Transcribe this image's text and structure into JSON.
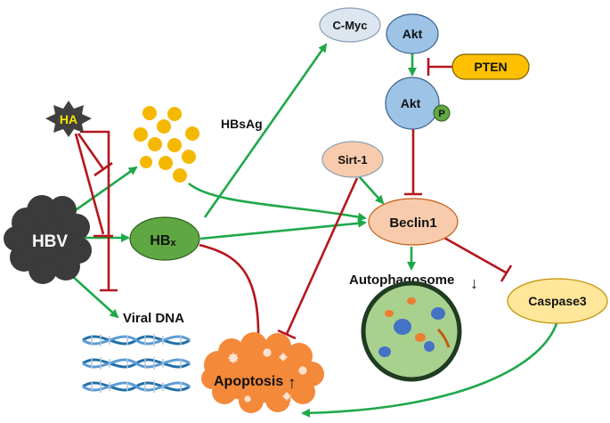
{
  "nodes": {
    "hbv": "HBV",
    "ha": "HA",
    "hbsag": "HBsAg",
    "hbx_main": "HB",
    "hbx_sub": "x",
    "viral_dna": "Viral DNA",
    "cmyc": "C-Myc",
    "akt": "Akt",
    "akt_p": "Akt",
    "p_badge": "P",
    "pten": "PTEN",
    "sirt1": "Sirt-1",
    "beclin1": "Beclin1",
    "autophagosome": "Autophagosome",
    "autophagosome_arrow": "↓",
    "caspase3": "Caspase3",
    "apoptosis": "Apoptosis",
    "apoptosis_arrow": "↑"
  },
  "colors": {
    "activation": "#1fa84a",
    "inhibition": "#b5161d",
    "hbv": "#3b3b3b",
    "ha_text": "#f2e600",
    "hbsag": "#f5b800",
    "hbx": "#5fa742",
    "akt": "#9dc3e6",
    "pten": "#ffc000",
    "sirt1": "#f8cbad",
    "beclin1": "#f8cbad",
    "caspase3": "#ffe699",
    "apoptosis": "#f4893a",
    "autophagosome_fill": "#a9d18e",
    "autophagosome_ring": "#1f3b22"
  }
}
